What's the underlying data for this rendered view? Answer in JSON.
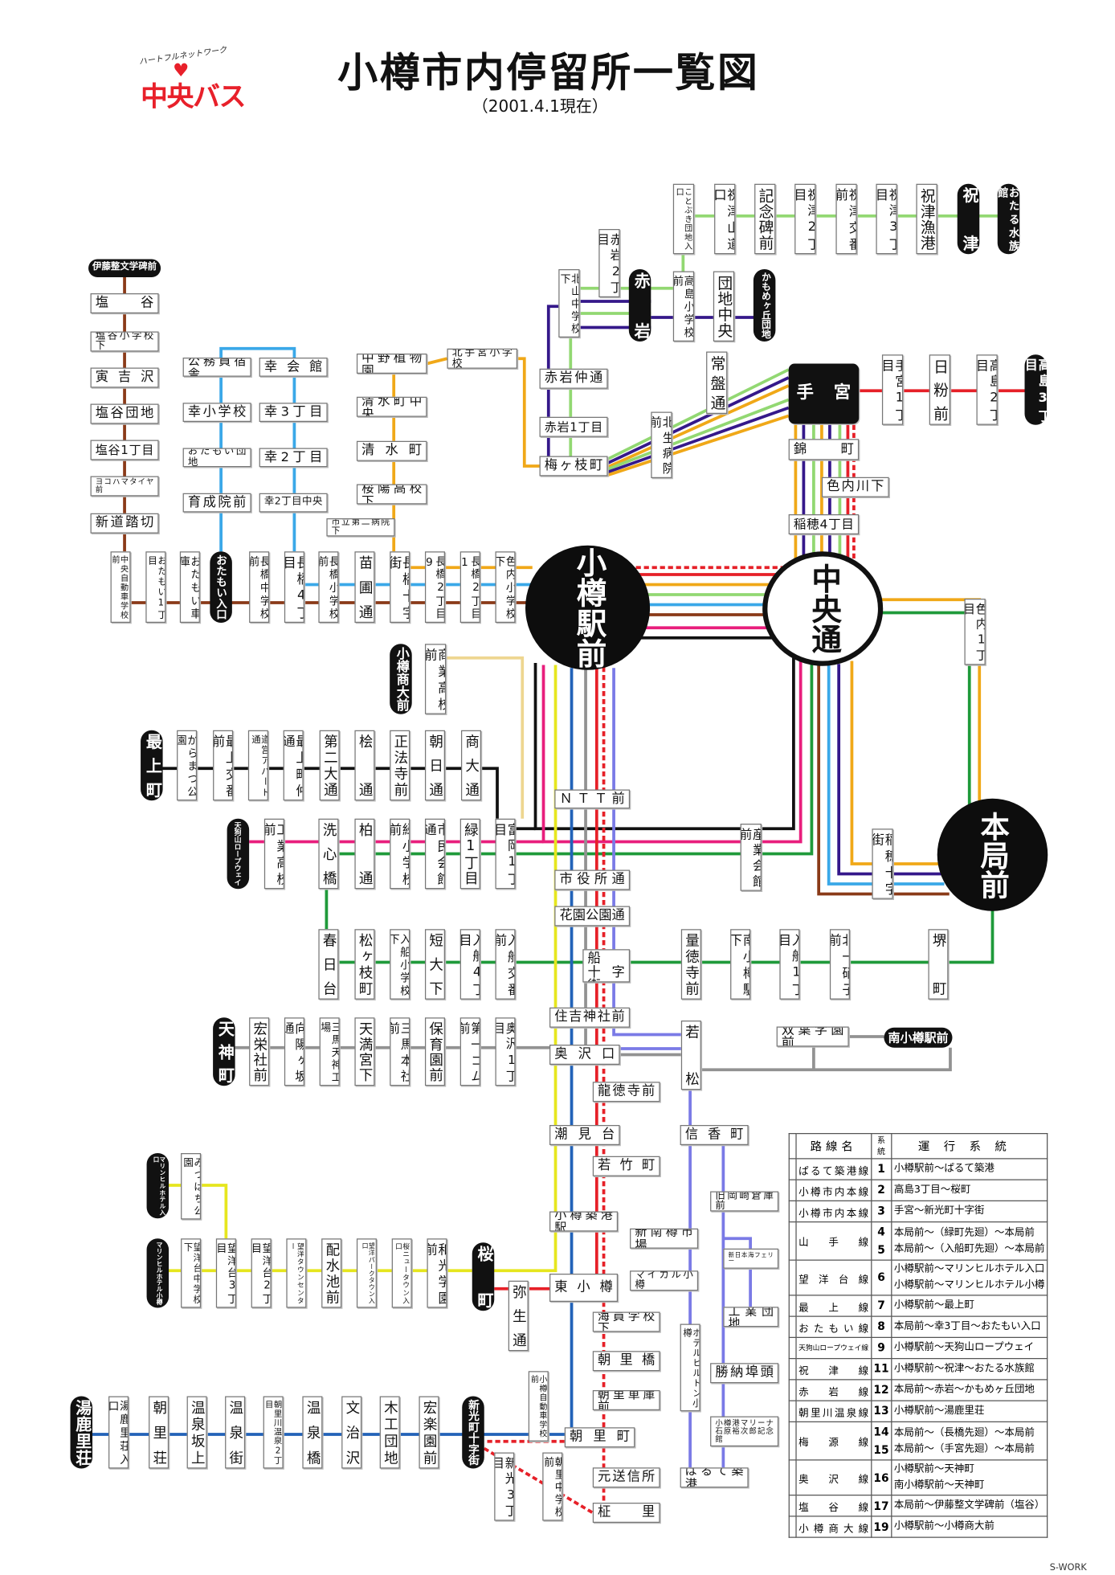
{
  "header": {
    "logo_tagline": "ハートフルネットワーク",
    "logo_brand": "中央バス",
    "title": "小樽市内停留所一覧図",
    "subtitle": "（2001.4.1現在）"
  },
  "hubs": {
    "otaru_station": "小樽駅前",
    "chuo_dori": "中央通",
    "honkyoku": "本局前"
  },
  "route_colors": {
    "paruteru": "#7a7ae6",
    "red": "#e62028",
    "green": "#1f9a3a",
    "yellow": "#e6e61e",
    "black": "#111111",
    "lightblue": "#3aa8e8",
    "pink": "#e81e7c",
    "lightgreen": "#92d872",
    "darkpurple": "#35188a",
    "blue": "#2262b8",
    "orange": "#f0a818",
    "gray": "#929292",
    "brown": "#8a3a18",
    "paleyellow": "#eed690"
  },
  "stops": [
    {
      "name": "ことぶき団地入口"
    },
    {
      "name": "祝津山道口"
    },
    {
      "name": "記念碑前"
    },
    {
      "name": "祝津2丁目"
    },
    {
      "name": "祝津交番前"
    },
    {
      "name": "祝津3丁目"
    },
    {
      "name": "祝津漁港"
    },
    {
      "name": "祝津",
      "kind": "terminal"
    },
    {
      "name": "おたる水族館",
      "kind": "terminal"
    },
    {
      "name": "赤岩2丁目"
    },
    {
      "name": "北山中学校下"
    },
    {
      "name": "赤岩",
      "kind": "terminal"
    },
    {
      "name": "高島小学校前"
    },
    {
      "name": "団地中央"
    },
    {
      "name": "かもめヶ丘団地",
      "kind": "terminal"
    },
    {
      "name": "赤岩仲通"
    },
    {
      "name": "赤岩1丁目"
    },
    {
      "name": "梅ヶ枝町"
    },
    {
      "name": "常盤通"
    },
    {
      "name": "北生病院前"
    },
    {
      "name": "手宮",
      "kind": "hub"
    },
    {
      "name": "手宮1丁目"
    },
    {
      "name": "日粉前"
    },
    {
      "name": "高島2丁目"
    },
    {
      "name": "高島3丁目",
      "kind": "terminal"
    },
    {
      "name": "錦町"
    },
    {
      "name": "色内川下"
    },
    {
      "name": "稲穂4丁目"
    },
    {
      "name": "伊藤整文学碑前",
      "kind": "terminal"
    },
    {
      "name": "塩谷"
    },
    {
      "name": "塩谷小学校下"
    },
    {
      "name": "寅吉沢"
    },
    {
      "name": "塩谷団地"
    },
    {
      "name": "塩谷1丁目"
    },
    {
      "name": "ヨコハマタイヤ前"
    },
    {
      "name": "新道踏切"
    },
    {
      "name": "中央自動車学校前"
    },
    {
      "name": "おたもい1丁目"
    },
    {
      "name": "おたもい車庫"
    },
    {
      "name": "おたもい入口",
      "kind": "terminal"
    },
    {
      "name": "長橋中学校前"
    },
    {
      "name": "長橋4丁目"
    },
    {
      "name": "長橋小学校前"
    },
    {
      "name": "苗圃通"
    },
    {
      "name": "長橋十字街"
    },
    {
      "name": "長橋2丁目9"
    },
    {
      "name": "長橋2丁目1"
    },
    {
      "name": "色内小学校下"
    },
    {
      "name": "公務員宿舎"
    },
    {
      "name": "幸会館"
    },
    {
      "name": "幸小学校"
    },
    {
      "name": "幸3丁目"
    },
    {
      "name": "おたもい団地"
    },
    {
      "name": "幸2丁目"
    },
    {
      "name": "育成院前"
    },
    {
      "name": "幸2丁目中央"
    },
    {
      "name": "中野植物園"
    },
    {
      "name": "北手宮小学校"
    },
    {
      "name": "清水町中央"
    },
    {
      "name": "清水町"
    },
    {
      "name": "桜陽高校下"
    },
    {
      "name": "市立第二病院下"
    },
    {
      "name": "小樽商大前",
      "kind": "terminal"
    },
    {
      "name": "商業高校前"
    },
    {
      "name": "最上町",
      "kind": "terminal"
    },
    {
      "name": "からまつ公園"
    },
    {
      "name": "最上交番前"
    },
    {
      "name": "道営アパート通"
    },
    {
      "name": "最上町仲通"
    },
    {
      "name": "第二大通"
    },
    {
      "name": "桧通"
    },
    {
      "name": "正法寺前"
    },
    {
      "name": "朝日通"
    },
    {
      "name": "商大通"
    },
    {
      "name": "天狗山ロープウェイ",
      "kind": "terminal"
    },
    {
      "name": "工業高校前"
    },
    {
      "name": "洗心橋"
    },
    {
      "name": "柏通"
    },
    {
      "name": "緑小学校前"
    },
    {
      "name": "市民会館通"
    },
    {
      "name": "緑1丁目"
    },
    {
      "name": "富岡1丁目"
    },
    {
      "name": "ＮＴＴ前"
    },
    {
      "name": "市役所通"
    },
    {
      "name": "花園公園通"
    },
    {
      "name": "入　船\n十字街"
    },
    {
      "name": "産業会館前"
    },
    {
      "name": "稲穂十字街"
    },
    {
      "name": "春日台"
    },
    {
      "name": "松ヶ枝町"
    },
    {
      "name": "入船小学校下"
    },
    {
      "name": "短大下"
    },
    {
      "name": "入船4丁目"
    },
    {
      "name": "入船交番前"
    },
    {
      "name": "量徳寺前"
    },
    {
      "name": "南小樽駅下"
    },
    {
      "name": "入船1丁目"
    },
    {
      "name": "北一硝子前"
    },
    {
      "name": "堺町"
    },
    {
      "name": "色内1丁目"
    },
    {
      "name": "天神町",
      "kind": "terminal"
    },
    {
      "name": "宏栄社前"
    },
    {
      "name": "向陽ヶ坂通"
    },
    {
      "name": "三馬天神工場"
    },
    {
      "name": "天満宮下"
    },
    {
      "name": "三馬本社前"
    },
    {
      "name": "保育園前"
    },
    {
      "name": "第一ゴム前"
    },
    {
      "name": "奥沢1丁目"
    },
    {
      "name": "住吉神社前"
    },
    {
      "name": "奥沢口"
    },
    {
      "name": "若松"
    },
    {
      "name": "龍徳寺前"
    },
    {
      "name": "双葉学園前"
    },
    {
      "name": "南小樽駅前",
      "kind": "terminal"
    },
    {
      "name": "潮見台"
    },
    {
      "name": "信香町"
    },
    {
      "name": "若竹町"
    },
    {
      "name": "旧岡崎倉庫前"
    },
    {
      "name": "小樽築港駅"
    },
    {
      "name": "新南樽市場"
    },
    {
      "name": "新日本海フェリー"
    },
    {
      "name": "マイカル小樽"
    },
    {
      "name": "東小樽"
    },
    {
      "name": "桜町",
      "kind": "terminal"
    },
    {
      "name": "弥生通"
    },
    {
      "name": "海員学校下"
    },
    {
      "name": "工業団地"
    },
    {
      "name": "朝里橋"
    },
    {
      "name": "勝納埠頭"
    },
    {
      "name": "ホテルヒルトン小樽"
    },
    {
      "name": "朝里車庫前"
    },
    {
      "name": "小樽港マリーナ\n石原裕次郎記念館"
    },
    {
      "name": "小樽自動車学校前"
    },
    {
      "name": "朝里町"
    },
    {
      "name": "新光町十字街",
      "kind": "terminal"
    },
    {
      "name": "新光3丁目"
    },
    {
      "name": "朝里中学校前"
    },
    {
      "name": "元送信所"
    },
    {
      "name": "柾里"
    },
    {
      "name": "ぱるて築港"
    },
    {
      "name": "マリンヒルホテル入口",
      "kind": "terminal"
    },
    {
      "name": "みつばち公園"
    },
    {
      "name": "マリンヒルホテル小樽",
      "kind": "terminal"
    },
    {
      "name": "望洋台中学校下"
    },
    {
      "name": "望洋台3丁目"
    },
    {
      "name": "望洋台2丁目"
    },
    {
      "name": "望洋タウンセンター"
    },
    {
      "name": "配水池前"
    },
    {
      "name": "望洋パークタウン入口"
    },
    {
      "name": "桜ニュータウン入口"
    },
    {
      "name": "和光学園前"
    },
    {
      "name": "湯鹿里荘",
      "kind": "terminal"
    },
    {
      "name": "湯鹿里荘入口"
    },
    {
      "name": "朝里荘"
    },
    {
      "name": "温泉坂上"
    },
    {
      "name": "温泉街"
    },
    {
      "name": "朝里川温泉2丁目"
    },
    {
      "name": "温泉橋"
    },
    {
      "name": "文治沢"
    },
    {
      "name": "木工団地"
    },
    {
      "name": "宏楽園前"
    }
  ],
  "legend": {
    "headers": {
      "name": "路線名",
      "num": "系統",
      "desc": "運行系統"
    },
    "rows": [
      {
        "color": "paruteru",
        "dashed": false,
        "name": "ぱるて築港線",
        "nums": [
          "1"
        ],
        "desc": [
          "小樽駅前～ぱるて築港"
        ]
      },
      {
        "color": "red",
        "dashed": false,
        "name": "小樽市内本線",
        "nums": [
          "2"
        ],
        "desc": [
          "高島3丁目～桜町"
        ]
      },
      {
        "color": "red",
        "dashed": true,
        "name": "小樽市内本線",
        "nums": [
          "3"
        ],
        "desc": [
          "手宮～新光町十字街"
        ]
      },
      {
        "color": "green",
        "dashed": false,
        "name": "山手線",
        "nums": [
          "4",
          "5"
        ],
        "desc": [
          "本局前～（緑町先廻）～本局前",
          "本局前～（入船町先廻）～本局前"
        ]
      },
      {
        "color": "yellow",
        "dashed": false,
        "name": "望洋台線",
        "nums": [
          "6"
        ],
        "desc": [
          "小樽駅前～マリンヒルホテル入口",
          "小樽駅前～マリンヒルホテル小樽"
        ]
      },
      {
        "color": "black",
        "dashed": false,
        "name": "最上線",
        "nums": [
          "7"
        ],
        "desc": [
          "小樽駅前～最上町"
        ]
      },
      {
        "color": "lightblue",
        "dashed": false,
        "name": "おたもい線",
        "nums": [
          "8"
        ],
        "desc": [
          "本局前～幸3丁目～おたもい入口"
        ]
      },
      {
        "color": "pink",
        "dashed": false,
        "name": "天狗山ロープウェイ線",
        "nums": [
          "9"
        ],
        "desc": [
          "小樽駅前～天狗山ロープウェイ"
        ]
      },
      {
        "color": "lightgreen",
        "dashed": false,
        "name": "祝津線",
        "nums": [
          "11"
        ],
        "desc": [
          "小樽駅前～祝津～おたる水族館"
        ]
      },
      {
        "color": "darkpurple",
        "dashed": false,
        "name": "赤岩線",
        "nums": [
          "12"
        ],
        "desc": [
          "本局前～赤岩～かもめヶ丘団地"
        ]
      },
      {
        "color": "blue",
        "dashed": false,
        "name": "朝里川温泉線",
        "nums": [
          "13"
        ],
        "desc": [
          "小樽駅前～湯鹿里荘"
        ]
      },
      {
        "color": "orange",
        "dashed": false,
        "name": "梅源線",
        "nums": [
          "14",
          "15"
        ],
        "desc": [
          "本局前～（長橋先廻）～本局前",
          "本局前～（手宮先廻）～本局前"
        ]
      },
      {
        "color": "gray",
        "dashed": false,
        "name": "奥沢線",
        "nums": [
          "16"
        ],
        "desc": [
          "小樽駅前～天神町",
          "南小樽駅前～天神町"
        ]
      },
      {
        "color": "brown",
        "dashed": false,
        "name": "塩谷線",
        "nums": [
          "17"
        ],
        "desc": [
          "本局前～伊藤整文学碑前（塩谷）"
        ]
      },
      {
        "color": "paleyellow",
        "dashed": false,
        "name": "小樽商大線",
        "nums": [
          "19"
        ],
        "desc": [
          "小樽駅前～小樽商大前"
        ]
      }
    ]
  },
  "credit": "S-WORK"
}
